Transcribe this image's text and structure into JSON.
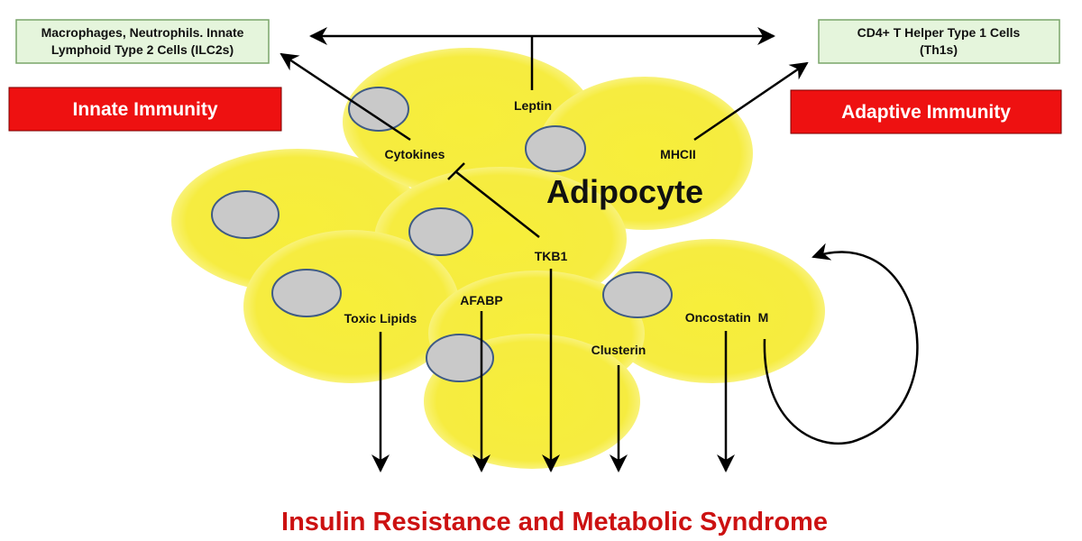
{
  "colors": {
    "cell_fill": "#f7ee3a",
    "cell_glow": "#fbf7a8",
    "nucleus_fill": "#c9c9c9",
    "nucleus_stroke": "#3f5b85",
    "box_fill": "#e5f5dc",
    "box_stroke": "#7aa56a",
    "banner_fill": "#ee1111",
    "footer_text": "#cc1111",
    "line": "#000000"
  },
  "boxes": {
    "innate_cells_line1": "Macrophages, Neutrophils. Innate",
    "innate_cells_line2": "Lymphoid Type 2 Cells (ILC2s)",
    "adaptive_cells_line1": "CD4+ T Helper Type 1 Cells",
    "adaptive_cells_line2": "(Th1s)"
  },
  "banners": {
    "innate": "Innate Immunity",
    "adaptive": "Adaptive Immunity"
  },
  "labels": {
    "leptin": "Leptin",
    "cytokines": "Cytokines",
    "mhcii": "MHCII",
    "adipocyte": "Adipocyte",
    "tkb1": "TKB1",
    "toxic_lipids": "Toxic Lipids",
    "afabp": "AFABP",
    "clusterin": "Clusterin",
    "oncostatin": "Oncostatin  M"
  },
  "footer": "Insulin Resistance and Metabolic Syndrome"
}
